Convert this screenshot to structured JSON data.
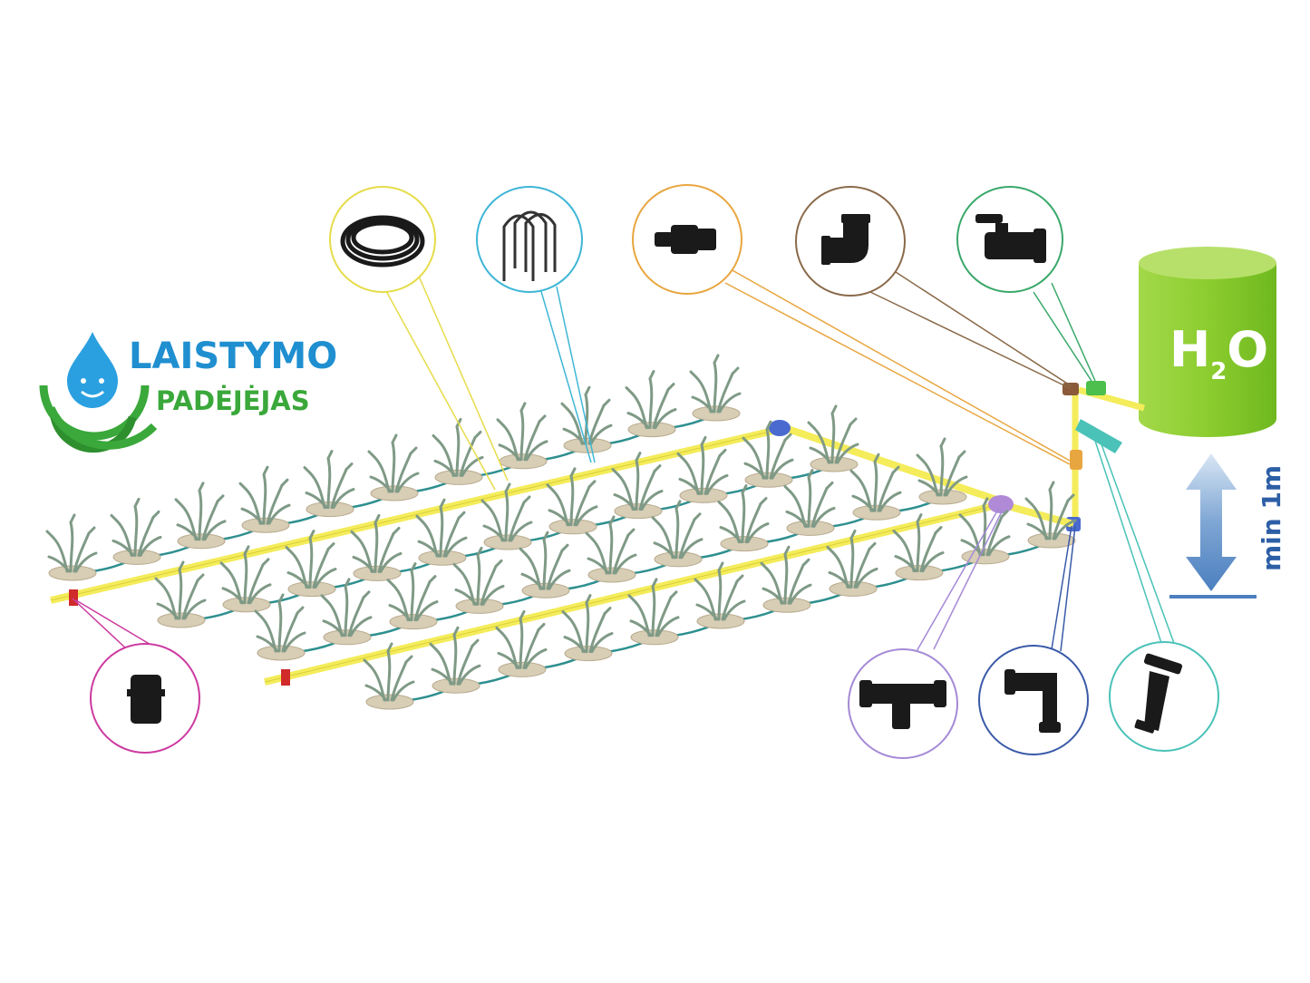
{
  "logo": {
    "line1": "LAISTYMO",
    "line2": "PADĖJĖJAS",
    "colors": {
      "blue": "#1f8fd0",
      "green": "#3aa83a"
    }
  },
  "tank": {
    "label_main": "H",
    "label_sub": "2",
    "label_end": "O",
    "color": "#8ccd2f"
  },
  "height_note": "min 1m",
  "colors": {
    "pipe_yellow": "#f4ec5a",
    "drip_teal": "#2e8f8f",
    "soil": "#d8cdb5",
    "plant": "#7f9a86"
  },
  "callouts": [
    {
      "id": "pipe-coil",
      "icon": "pipe-coil-icon",
      "color": "#e6dc4a"
    },
    {
      "id": "ground-stakes",
      "icon": "ground-stake-icon",
      "color": "#3fb6d6"
    },
    {
      "id": "quick-connector",
      "icon": "connector-icon",
      "color": "#e8a640"
    },
    {
      "id": "elbow-fitting",
      "icon": "elbow-icon",
      "color": "#8a6a4a"
    },
    {
      "id": "ball-valve",
      "icon": "valve-icon",
      "color": "#3aa86a"
    },
    {
      "id": "end-cap",
      "icon": "end-cap-icon",
      "color": "#cc3aa0"
    },
    {
      "id": "tee-connector",
      "icon": "tee-icon",
      "color": "#a48ad6"
    },
    {
      "id": "elbow-connector",
      "icon": "elbow-connector-icon",
      "color": "#3a5aa8"
    },
    {
      "id": "filter",
      "icon": "filter-icon",
      "color": "#4ac2b8"
    }
  ]
}
